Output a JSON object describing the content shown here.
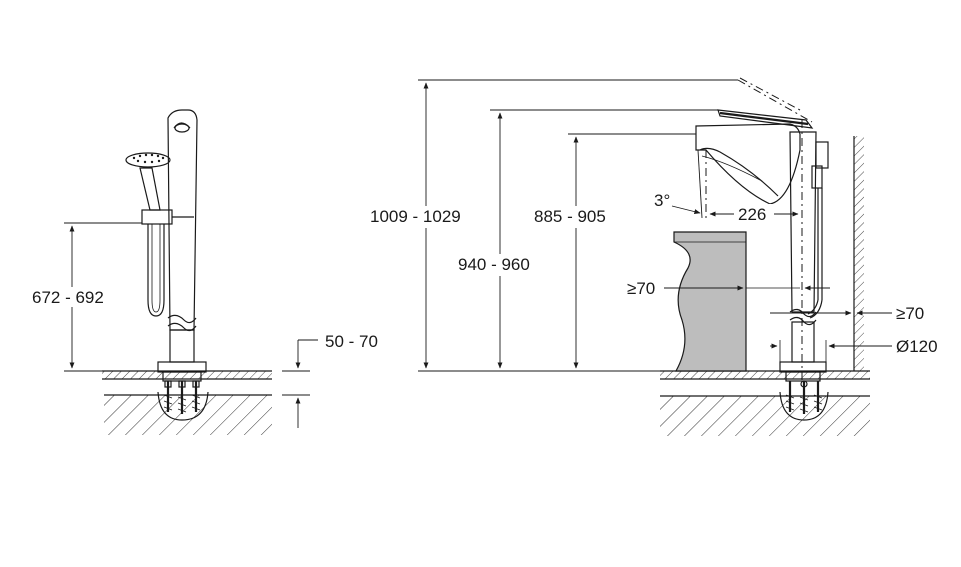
{
  "side_view": {
    "dim_handle_height": "672 - 692",
    "dim_floor_depth": "50 - 70"
  },
  "front_view": {
    "dim_total_height": "1009 - 1029",
    "dim_spout_top": "940 - 960",
    "dim_spout_outlet": "885 - 905",
    "dim_angle": "3°",
    "dim_reach": "226",
    "dim_tub_clearance": "≥70",
    "dim_wall_clearance": "≥70",
    "dim_base_diameter": "Ø120"
  },
  "colors": {
    "line": "#1a1a1a",
    "tub_fill": "#bdbdbd",
    "background": "#ffffff"
  }
}
